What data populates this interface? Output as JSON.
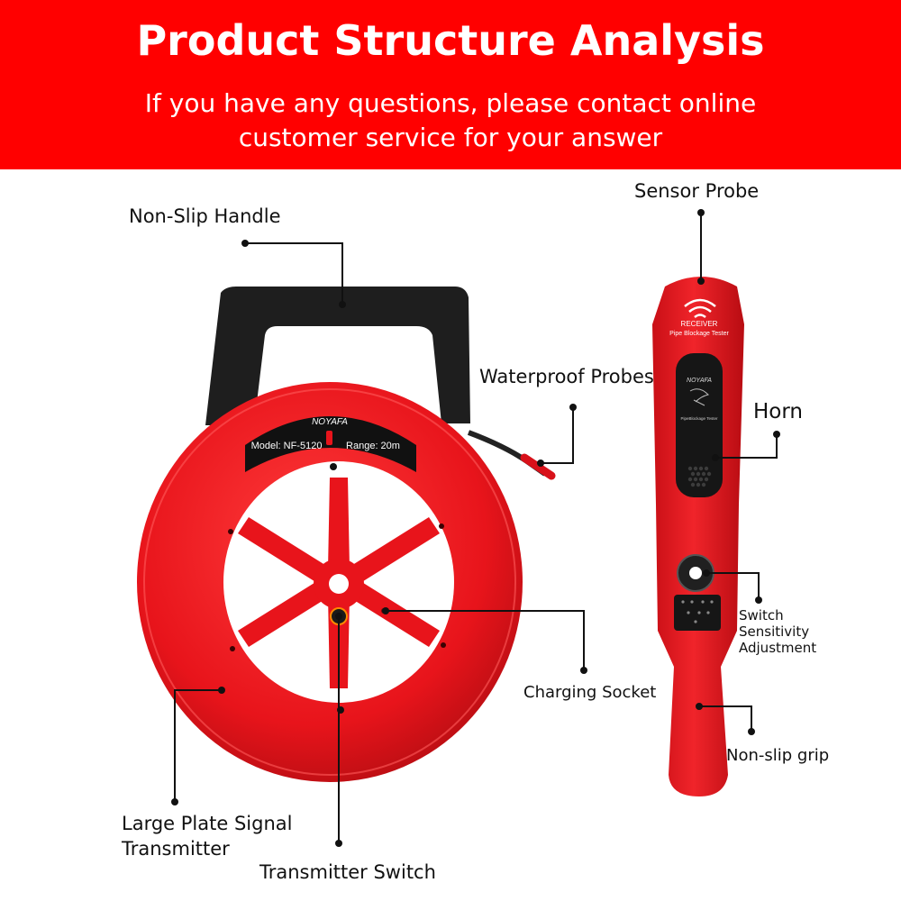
{
  "banner": {
    "title": "Product Structure Analysis",
    "subtitle_line1": "If you have any questions, please contact online",
    "subtitle_line2": "customer service for your answer",
    "color": "#ff0000"
  },
  "transmitter": {
    "brand": "NOYAFA",
    "model_text": "Model: NF-5120",
    "range_text": "Range: 20m",
    "body_color": "#e8141b",
    "handle_color": "#1e1e1e"
  },
  "receiver": {
    "label_top": "RECEIVER",
    "label_sub": "Pipe Blockage Tester",
    "brand": "NOYAFA",
    "panel_text": "PipeBlockage Tester",
    "icons": [
      "wifi-icon",
      "bird-logo-icon",
      "speaker-grille-icon",
      "knob-icon"
    ]
  },
  "labels": {
    "non_slip_handle": "Non-Slip Handle",
    "waterproof_probes": "Waterproof Probes",
    "charging_socket": "Charging Socket",
    "large_plate_line1": "Large Plate Signal",
    "large_plate_line2": "Transmitter",
    "transmitter_switch": "Transmitter Switch",
    "sensor_probe": "Sensor Probe",
    "horn": "Horn",
    "switch_line1": "Switch",
    "switch_line2": "Sensitivity",
    "switch_line3": "Adjustment",
    "non_slip_grip": "Non-slip grip"
  }
}
